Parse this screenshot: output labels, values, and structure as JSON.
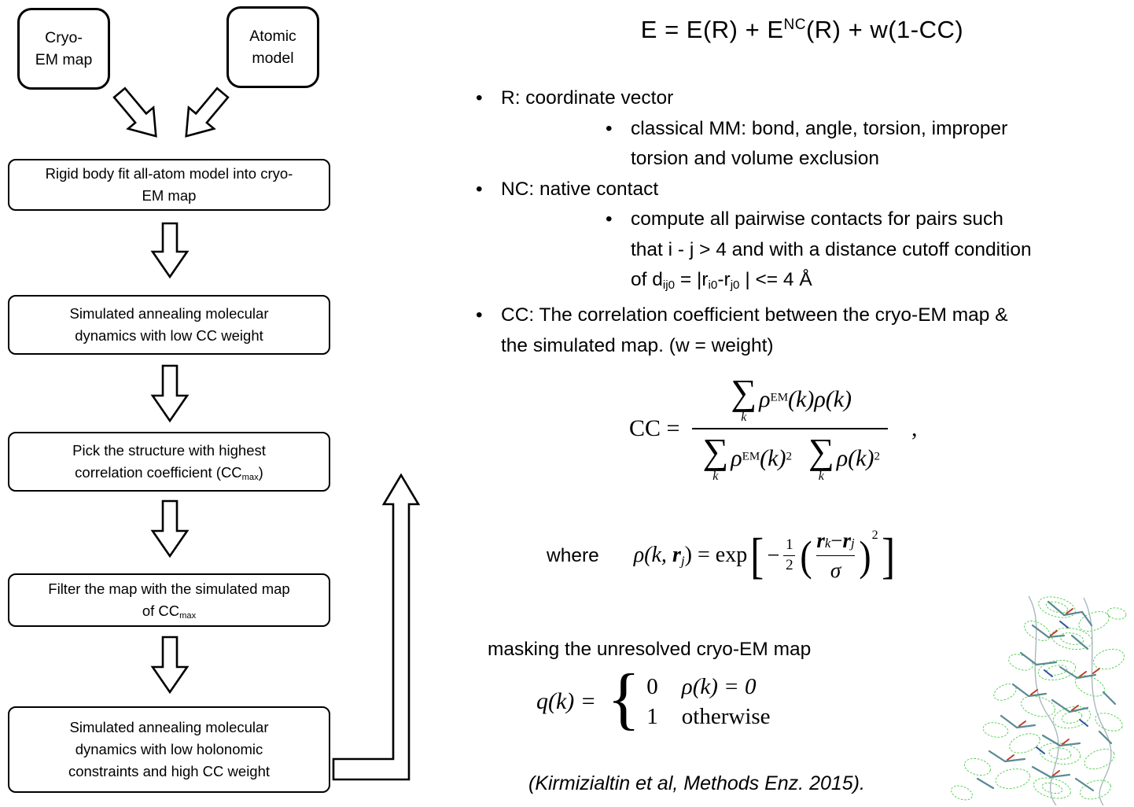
{
  "bullet_char": "•",
  "flowchart": {
    "cryo_em": "Cryo-\nEM map",
    "atomic": "Atomic\nmodel",
    "step1": "Rigid body fit all-atom model into cryo-\nEM map",
    "step2": "Simulated annealing molecular\ndynamics with low CC weight",
    "step3_line1": "Pick the structure with highest",
    "step3_line2_pre": "correlation coefficient (CC",
    "step3_sub": "max",
    "step3_line2_post": ")",
    "step4_line1": "Filter the map with the simulated map",
    "step4_line2_pre": "of CC",
    "step4_sub": "max",
    "step5": "Simulated annealing molecular\ndynamics with low holonomic\nconstraints and high CC weight"
  },
  "main_equation": {
    "part1": "E = E(R) + E",
    "superscript": "NC",
    "part2": "(R) + w(1-CC)"
  },
  "bullets": {
    "r_title": "R: coordinate vector",
    "r_detail": "classical MM: bond, angle, torsion, improper\ntorsion and volume exclusion",
    "nc_title": "NC: native contact",
    "nc_detail_pre": "compute all pairwise contacts for pairs such\nthat i - j > 4 and with a distance cutoff condition\nof d",
    "nc_sub1": "ij0",
    "nc_mid1": " = |r",
    "nc_sub2": "i0",
    "nc_mid2": "-r",
    "nc_sub3": "j0",
    "nc_post": " | <= 4 Å",
    "cc_title": "CC: The correlation coefficient between the cryo-EM map &\nthe simulated map. (w = weight)"
  },
  "cc_equation": {
    "lhs": "CC =",
    "sum": "∑",
    "sum_sub": "k",
    "rho": "ρ",
    "em_sup": "EM",
    "num_tail": "(k)ρ(k)",
    "den_mid": "(k)",
    "squared": "2",
    "den_tail": "ρ(k)",
    "comma": ","
  },
  "rho_equation": {
    "where_label": "where",
    "lhs_pre": "ρ(k, ",
    "r_bold": "r",
    "sub_j": "j",
    "lhs_post": ") = exp",
    "bracket_open": "[",
    "minus": "−",
    "half_num": "1",
    "half_den": "2",
    "paren_open": "(",
    "sub_k": "k",
    "inner_minus": " − ",
    "sigma_den": "σ",
    "paren_close": ")",
    "power": "2",
    "bracket_close": "]"
  },
  "masking": {
    "title": "masking the unresolved cryo-EM map",
    "lhs": "q(k) =",
    "brace": "{",
    "case1_value": "0",
    "case1_condition": "ρ(k) = 0",
    "case2_value": "1",
    "case2_condition": "otherwise"
  },
  "citation": "(Kirmizialtin et al, Methods Enz. 2015)."
}
